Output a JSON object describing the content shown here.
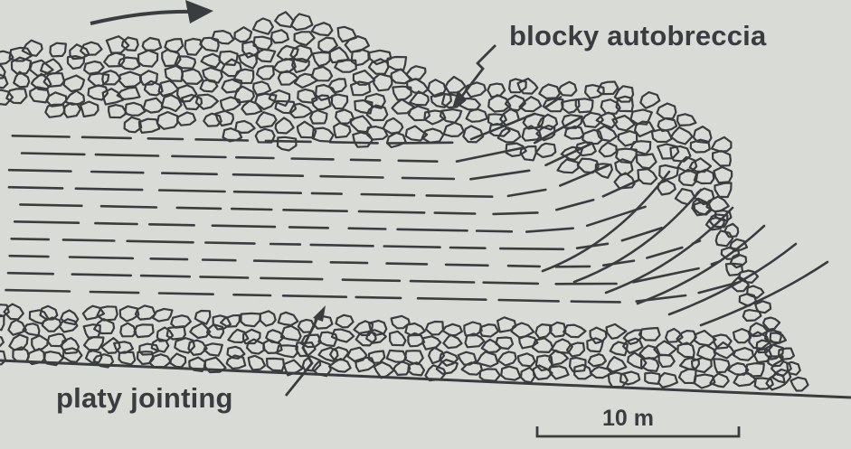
{
  "labels": {
    "blocky_autobreccia": "blocky autobreccia",
    "platy_jointing": "platy jointing",
    "scale": "10 m"
  },
  "colors": {
    "background": "#d9dcd6",
    "ink": "#3a3d3f"
  },
  "icons": {
    "flow_direction": "arrow-right-icon"
  }
}
